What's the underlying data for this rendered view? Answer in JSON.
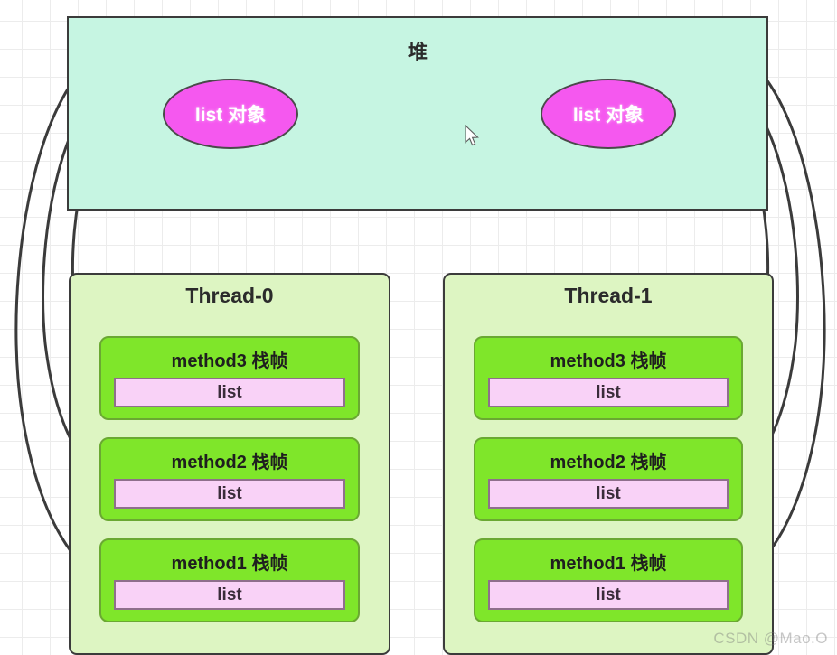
{
  "diagram": {
    "heap": {
      "title": "堆",
      "objects": [
        {
          "label": "list 对象",
          "side": "left"
        },
        {
          "label": "list 对象",
          "side": "right"
        }
      ]
    },
    "threads": [
      {
        "title": "Thread-0",
        "frames": [
          {
            "title": "method3 栈帧",
            "slot": "list"
          },
          {
            "title": "method2 栈帧",
            "slot": "list"
          },
          {
            "title": "method1 栈帧",
            "slot": "list"
          }
        ]
      },
      {
        "title": "Thread-1",
        "frames": [
          {
            "title": "method3 栈帧",
            "slot": "list"
          },
          {
            "title": "method2 栈帧",
            "slot": "list"
          },
          {
            "title": "method1 栈帧",
            "slot": "list"
          }
        ]
      }
    ],
    "colors": {
      "heap_fill": "#c6f5e2",
      "heap_object_fill": "#f558ef",
      "thread_fill": "#ddf5c2",
      "frame_fill": "#7fe62a",
      "slot_fill": "#f9d2f7",
      "stroke": "#3b3b3b",
      "background": "#ffffff",
      "grid_line": "#ececec"
    },
    "arrows": {
      "count": 6,
      "description": "each thread stack frame 'list' slot points to its thread's heap list object"
    }
  },
  "watermark": "CSDN @Mao.O"
}
